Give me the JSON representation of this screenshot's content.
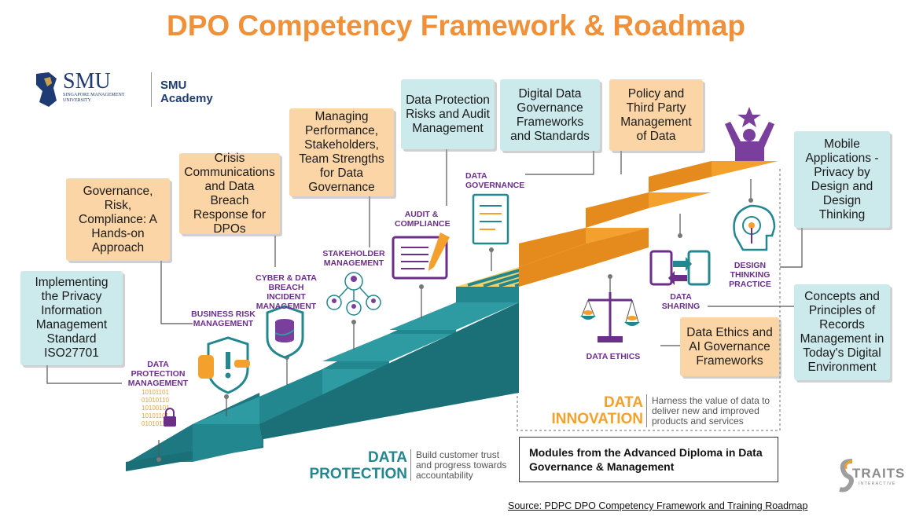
{
  "title": "DPO Competency Framework & Roadmap",
  "logo": {
    "smu": "SMU",
    "smu_sub1": "SINGAPORE MANAGEMENT",
    "smu_sub2": "UNIVERSITY",
    "academy_line1": "SMU",
    "academy_line2": "Academy"
  },
  "modules": [
    "Implementing the Privacy Information Management Standard ISO27701",
    "Governance, Risk, Compliance: A Hands-on Approach",
    "Crisis Communications and Data Breach Response for DPOs",
    "Managing Performance, Stakeholders, Team Strengths for Data Governance",
    "Data Protection Risks and Audit Management",
    "Digital Data Governance Frameworks and Standards",
    "Policy and Third Party Management of Data",
    "Mobile Applications - Privacy by Design and Design Thinking",
    "Concepts and Principles of Records Management in Today's Digital Environment",
    "Data Ethics and AI Governance Frameworks"
  ],
  "competencies": {
    "data_protection_management": "DATA PROTECTION MANAGEMENT",
    "business_risk_management": "BUSINESS RISK MANAGEMENT",
    "cyber_breach": "CYBER & DATA BREACH INCIDENT MANAGEMENT",
    "stakeholder_management": "STAKEHOLDER MANAGEMENT",
    "audit_compliance": "AUDIT & COMPLIANCE",
    "data_governance": "DATA GOVERNANCE",
    "design_thinking": "DESIGN THINKING PRACTICE",
    "data_sharing": "DATA SHARING",
    "data_ethics": "DATA ETHICS"
  },
  "data_protection": {
    "word1": "DATA",
    "word2": "PROTECTION",
    "tagline": "Build customer trust and progress towards accountability"
  },
  "data_innovation": {
    "word1": "DATA",
    "word2": "INNOVATION",
    "tagline": "Harness the value of data to deliver new and improved products and services"
  },
  "modules_legend": "Modules from the Advanced Diploma in Data Governance & Management",
  "straits_logo": "TRAITS",
  "straits_sub": "INTERACTIVE",
  "source": "Source: PDPC DPO Competency Framework and Training Roadmap",
  "colors": {
    "title": "#F0913A",
    "teal_box": "#CCE9EC",
    "peach_box": "#FCD5A6",
    "stair_teal": "#23878F",
    "stair_orange": "#F3A12C",
    "purple": "#6B2F8A"
  }
}
